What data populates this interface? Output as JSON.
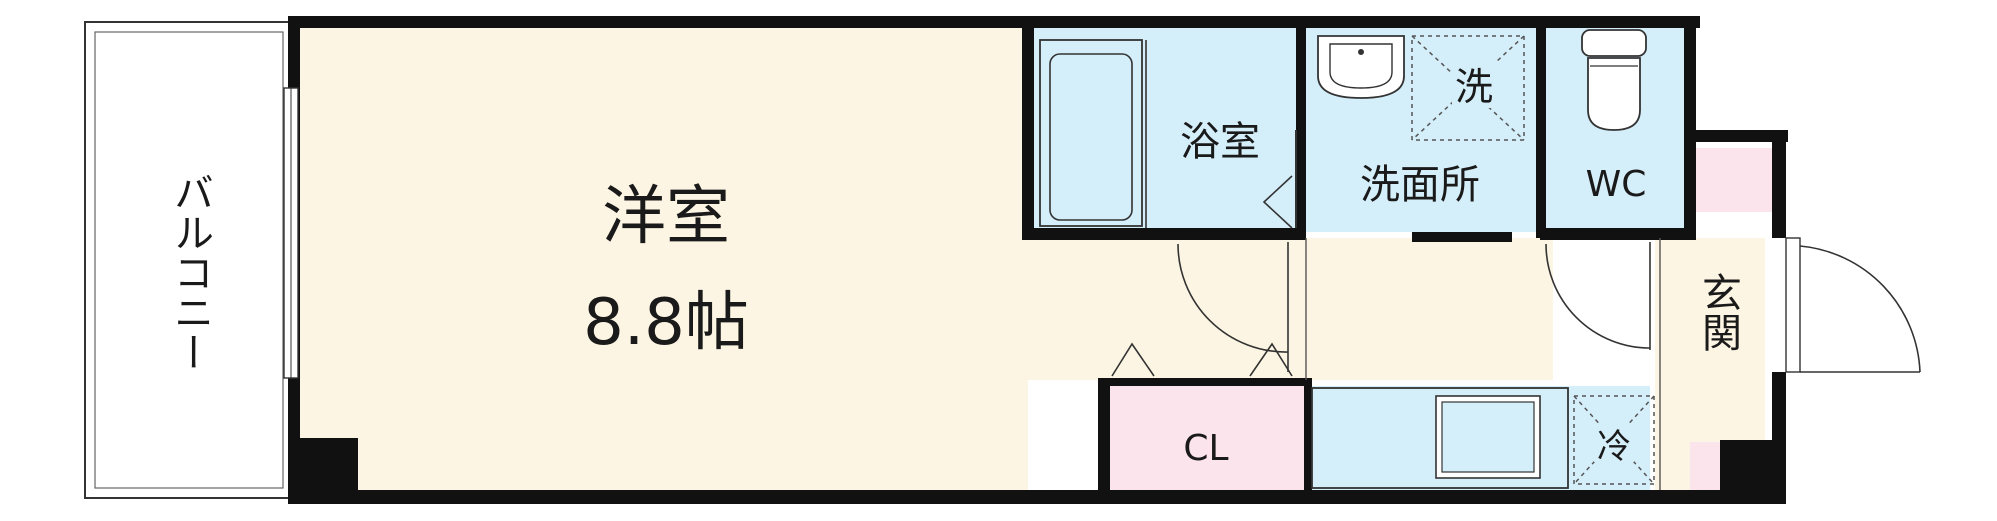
{
  "colors": {
    "room_floor": "#fdf5e3",
    "wet_area": "#d4eefa",
    "closet": "#fbe4ec",
    "wall": "#111111",
    "balcony": "#ffffff"
  },
  "rooms": {
    "balcony": {
      "label": "バルコニー"
    },
    "western_room": {
      "name": "洋室",
      "size": "8.8帖"
    },
    "bathroom": {
      "label": "浴室"
    },
    "washroom": {
      "label": "洗面所"
    },
    "washer": {
      "label": "洗"
    },
    "toilet": {
      "label": "WC"
    },
    "closet": {
      "label": "CL"
    },
    "fridge": {
      "label": "冷"
    },
    "entrance": {
      "label": "玄関"
    }
  }
}
